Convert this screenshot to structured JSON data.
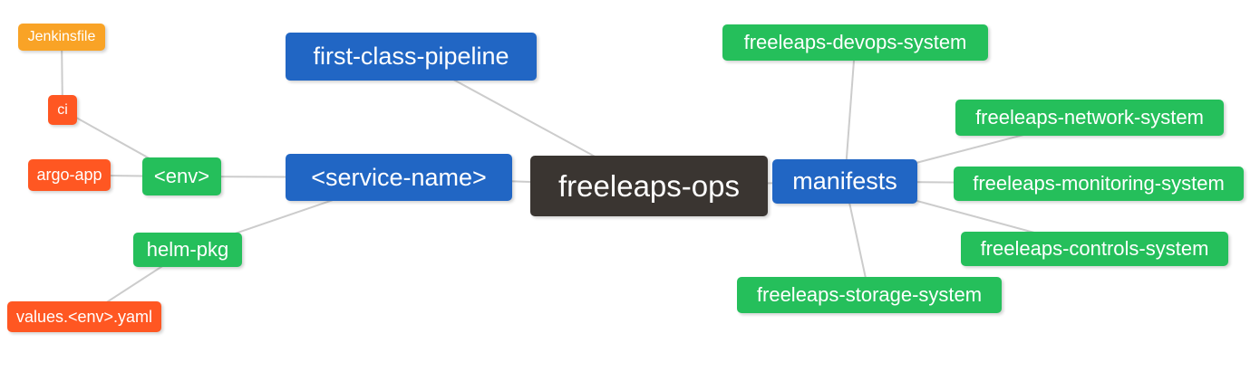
{
  "diagram": {
    "type": "mindmap",
    "root_label": "freeleaps-ops",
    "nodes": {
      "root": {
        "label": "freeleaps-ops",
        "role": "root"
      },
      "first_class_pipeline": {
        "label": "first-class-pipeline",
        "role": "branch"
      },
      "service_name": {
        "label": "<service-name>",
        "role": "branch"
      },
      "manifests": {
        "label": "manifests",
        "role": "branch"
      },
      "env": {
        "label": "<env>",
        "role": "sub-branch"
      },
      "helm_pkg": {
        "label": "helm-pkg",
        "role": "sub-branch"
      },
      "ci": {
        "label": "ci",
        "role": "leaf"
      },
      "jenkinsfile": {
        "label": "Jenkinsfile",
        "role": "leaf"
      },
      "argo_app": {
        "label": "argo-app",
        "role": "leaf"
      },
      "values_env_yaml": {
        "label": "values.<env>.yaml",
        "role": "leaf"
      },
      "devops_system": {
        "label": "freeleaps-devops-system",
        "role": "leaf"
      },
      "network_system": {
        "label": "freeleaps-network-system",
        "role": "leaf"
      },
      "monitoring_system": {
        "label": "freeleaps-monitoring-system",
        "role": "leaf"
      },
      "controls_system": {
        "label": "freeleaps-controls-system",
        "role": "leaf"
      },
      "storage_system": {
        "label": "freeleaps-storage-system",
        "role": "leaf"
      }
    },
    "edges": [
      [
        "jenkinsfile",
        "ci"
      ],
      [
        "ci",
        "env"
      ],
      [
        "argo_app",
        "env"
      ],
      [
        "env",
        "service_name"
      ],
      [
        "helm_pkg",
        "service_name"
      ],
      [
        "values_env_yaml",
        "helm_pkg"
      ],
      [
        "first_class_pipeline",
        "root"
      ],
      [
        "service_name",
        "root"
      ],
      [
        "root",
        "manifests"
      ],
      [
        "manifests",
        "devops_system"
      ],
      [
        "manifests",
        "network_system"
      ],
      [
        "manifests",
        "monitoring_system"
      ],
      [
        "manifests",
        "controls_system"
      ],
      [
        "manifests",
        "storage_system"
      ]
    ],
    "colors": {
      "root_bg": "#3a3531",
      "branch_bg": "#2166c4",
      "green_leaf_bg": "#25bf5b",
      "red_leaf_bg": "#ff5722",
      "orange_leaf_bg": "#f9a326",
      "edge": "#cccccc",
      "node_text": "#ffffff",
      "canvas_bg": "#ffffff"
    }
  }
}
